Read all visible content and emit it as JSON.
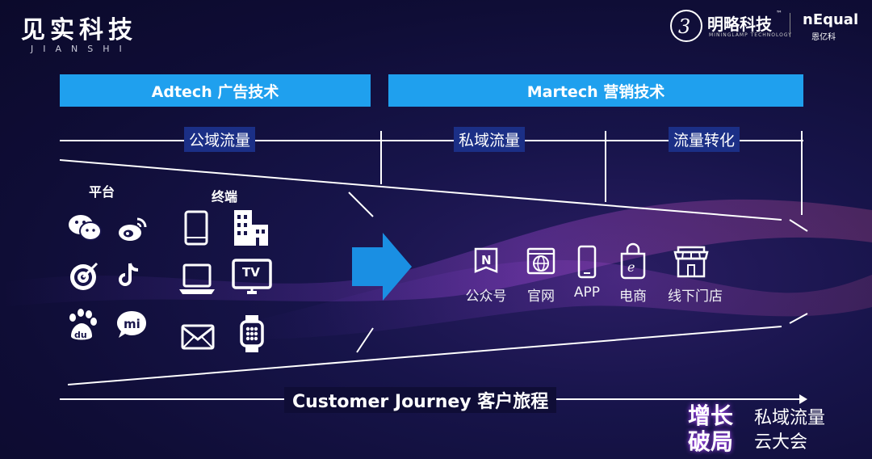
{
  "header": {
    "brand_left": {
      "name": "见实科技",
      "sub": "JIANSHI"
    },
    "brand_right": {
      "name": "明略科技",
      "sub": "MININGLAMP TECHNOLOGY",
      "tm": "™",
      "partner": "nEqual",
      "partner_sub": "恩亿科"
    }
  },
  "bars": {
    "adtech": "Adtech 广告技术",
    "martech": "Martech 营销技术"
  },
  "segments": {
    "public": "公域流量",
    "private": "私域流量",
    "conversion": "流量转化"
  },
  "columns": {
    "platform": "平台",
    "terminal": "终端"
  },
  "platform_icons": [
    "wechat-icon",
    "weibo-icon",
    "target-icon",
    "tiktok-icon",
    "baidu-icon",
    "xiaomi-icon"
  ],
  "terminal_icons": [
    "tablet-icon",
    "buildings-icon",
    "laptop-icon",
    "tv-icon",
    "mail-icon",
    "smartwatch-icon"
  ],
  "terminal_tv_text": "TV",
  "channels": [
    {
      "icon": "official-account-icon",
      "label": "公众号"
    },
    {
      "icon": "website-icon",
      "label": "官网"
    },
    {
      "icon": "phone-app-icon",
      "label": "APP"
    },
    {
      "icon": "ecommerce-bag-icon",
      "label": "电商"
    },
    {
      "icon": "storefront-icon",
      "label": "线下门店"
    }
  ],
  "journey": "Customer Journey 客户旅程",
  "footer": {
    "big_line1": "增长",
    "big_line2": "破局",
    "small_line1": "私域流量",
    "small_line2": "云大会"
  },
  "colors": {
    "bar": "#1fa0ee",
    "segment_bg": "#1b2f86",
    "arrow": "#1a8fe3",
    "line": "#ffffff"
  }
}
